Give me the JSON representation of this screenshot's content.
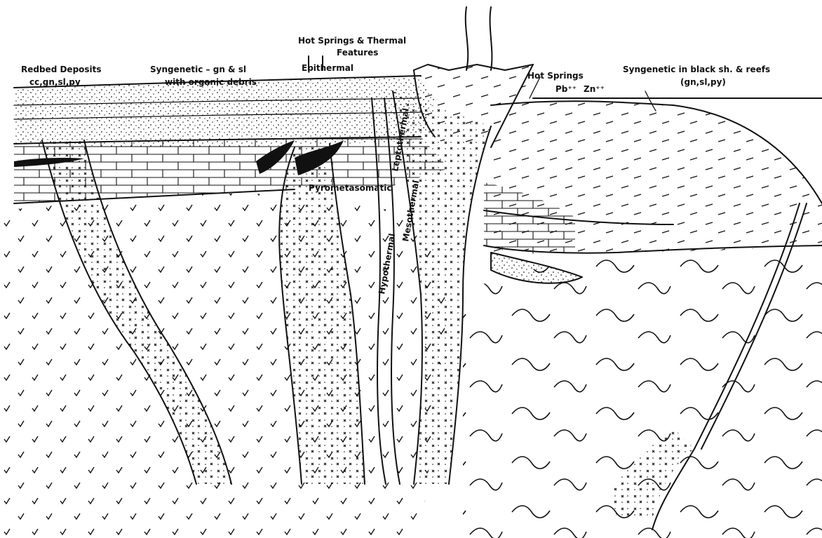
{
  "diagram": {
    "colors": {
      "ink": "#111111",
      "background": "#ffffff"
    },
    "labels": {
      "redbed_deposits": "Redbed Deposits",
      "redbed_minerals": "cc,gn,sl,py",
      "syngenetic_gn_sl": "Syngenetic – gn & sl",
      "with_organic_debris": "with organic debris",
      "hot_springs_thermal": "Hot Springs & Thermal",
      "features": "Features",
      "epithermal": "Epithermal",
      "leptothermal": "Leptothermal",
      "pyrometasomatic": "Pyrometasomatic",
      "mesothermal": "Mesothermal",
      "hypothermal": "Hypothermal",
      "hot_springs": "Hot Springs",
      "pb_ion": "Pb⁺⁺",
      "zn_ion": "Zn⁺⁺",
      "syngenetic_black_sh": "Syngenetic in black sh. & reefs",
      "black_sh_minerals": "(gn,sl,py)"
    }
  }
}
